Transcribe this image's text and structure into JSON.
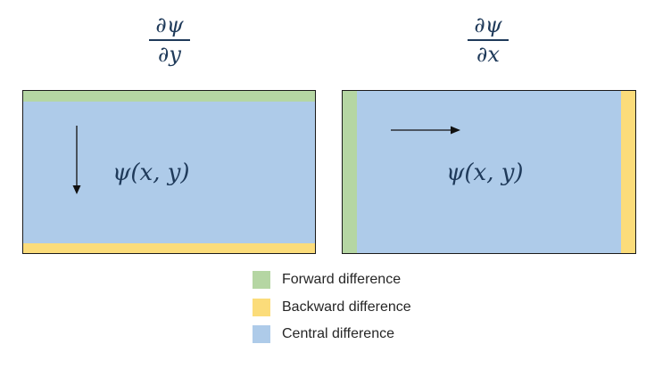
{
  "colors": {
    "forward": "#b5d6a3",
    "backward": "#fbdc7a",
    "central": "#aecbe9",
    "border": "#1a1a1a",
    "math_text": "#1f3a5a"
  },
  "left_panel": {
    "derivative": {
      "numerator": "∂ψ",
      "denominator": "∂y"
    },
    "function_label": "ψ(x, y)",
    "arrow_direction": "down",
    "forward_edge": "top",
    "backward_edge": "bottom"
  },
  "right_panel": {
    "derivative": {
      "numerator": "∂ψ",
      "denominator": "∂x"
    },
    "function_label": "ψ(x, y)",
    "arrow_direction": "right",
    "forward_edge": "left",
    "backward_edge": "right"
  },
  "legend": {
    "items": [
      {
        "label": "Forward difference",
        "color": "#b5d6a3"
      },
      {
        "label": "Backward difference",
        "color": "#fbdc7a"
      },
      {
        "label": "Central difference",
        "color": "#aecbe9"
      }
    ]
  }
}
